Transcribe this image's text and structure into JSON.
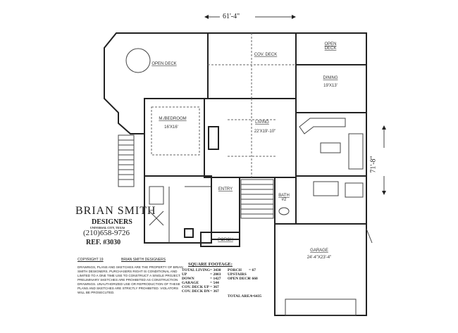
{
  "dimensions": {
    "width_overall": "61'-4\"",
    "depth_overall": "71'-8\""
  },
  "rooms": {
    "open_deck_left": "OPEN DECK",
    "cov_deck": "COV. DECK",
    "open_deck_right_1": "OPEN",
    "open_deck_right_2": "DECK",
    "dining": "DINING",
    "dining_size": "19'X13'",
    "master_bedroom": "M./BEDROOM",
    "master_bedroom_size": "16'X16'",
    "living": "LIVING",
    "living_size": "22'X19'-10\"",
    "entry": "ENTRY",
    "bath2": "BATH",
    "bath2_num": "#2",
    "porch": "PORCH",
    "garage": "GARAGE",
    "garage_size": "24'-4\"X23'-4\""
  },
  "designer": {
    "name": "BRIAN SMITH",
    "subtitle": "DESIGNERS",
    "location": "UNIVERSAL CITY, TEXAS",
    "phone": "(210)658-9726",
    "ref": "REF. #3030"
  },
  "copyright": {
    "label": "COPYRIGHT 19",
    "owner": "BRIAN SMITH DESIGNERS",
    "notice": "DRAWINGS, PLANS AND SKETCHES ARE THE PROPERTY OF BRIAN SMITH DESIGNERS. PURCHASERS RIGHT IS CONDITIONAL AND LIMITED TO A ONE TIME USE TO CONSTRUCT A SINGLE PROJECT. PRELIMINARY SKETCHES ARE PROHIBITED AS CONSTRUCTION DRAWINGS. UNAUTHORIZED USE OR REPRODUCTION OF THESE PLANS AND SKETCHES ARE STRICTLY PROHIBITED. VIOLATORS WILL BE PROSECUTED."
  },
  "square_footage": {
    "title": "SQUARE FOOTAGE:",
    "left": [
      {
        "label": "TOTAL LIVING",
        "value": "= 3430"
      },
      {
        "label": "UP",
        "value": "= 2003"
      },
      {
        "label": "DOWN",
        "value": "= 1427"
      },
      {
        "label": "GARAGE",
        "value": "= 544"
      },
      {
        "label": "COV. DECK UP",
        "value": "= 367"
      },
      {
        "label": "COV. DECK DN",
        "value": "= 367"
      }
    ],
    "porch": {
      "label": "PORCH",
      "value": "= 67"
    },
    "upstairs": "UPSTAIRS",
    "open_deck": {
      "label": "OPEN DECK",
      "value": "= 660"
    },
    "total": {
      "label": "TOTAL AREA",
      "value": "=6435"
    }
  }
}
